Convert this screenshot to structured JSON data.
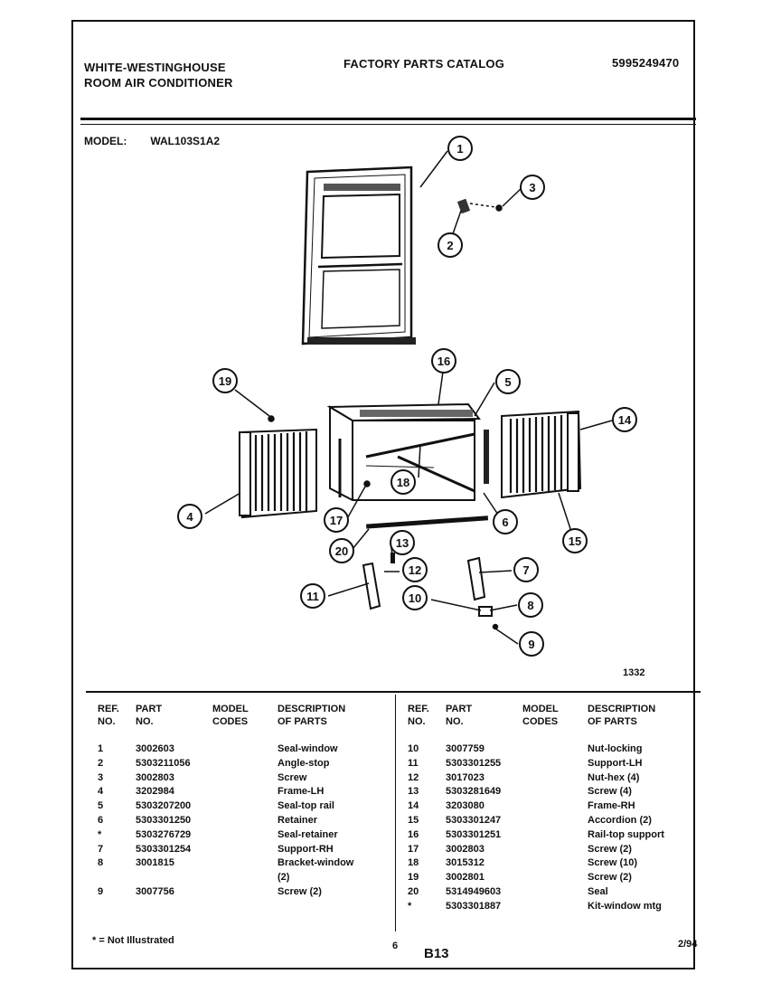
{
  "header": {
    "brand_line1": "WHITE-WESTINGHOUSE",
    "brand_line2": "ROOM AIR CONDITIONER",
    "catalog_title": "FACTORY PARTS CATALOG",
    "catalog_number": "5995249470"
  },
  "model": {
    "label": "MODEL:",
    "value": "WAL103S1A2"
  },
  "figure": {
    "number": "1332",
    "callouts": [
      "1",
      "2",
      "3",
      "4",
      "5",
      "6",
      "7",
      "8",
      "9",
      "10",
      "11",
      "12",
      "13",
      "14",
      "15",
      "16",
      "17",
      "18",
      "19",
      "20"
    ]
  },
  "table": {
    "headers": {
      "ref": [
        "REF.",
        "NO."
      ],
      "part": [
        "PART",
        "NO."
      ],
      "model": [
        "MODEL",
        "CODES"
      ],
      "desc": [
        "DESCRIPTION",
        "OF PARTS"
      ]
    },
    "left_rows": [
      {
        "ref": "1",
        "part": "3002603",
        "code": "",
        "desc": "Seal-window"
      },
      {
        "ref": "2",
        "part": "5303211056",
        "code": "",
        "desc": "Angle-stop"
      },
      {
        "ref": "3",
        "part": "3002803",
        "code": "",
        "desc": "Screw"
      },
      {
        "ref": "4",
        "part": "3202984",
        "code": "",
        "desc": "Frame-LH"
      },
      {
        "ref": "5",
        "part": "5303207200",
        "code": "",
        "desc": "Seal-top rail"
      },
      {
        "ref": "6",
        "part": "5303301250",
        "code": "",
        "desc": "Retainer"
      },
      {
        "ref": "*",
        "part": "5303276729",
        "code": "",
        "desc": "Seal-retainer"
      },
      {
        "ref": "7",
        "part": "5303301254",
        "code": "",
        "desc": "Support-RH"
      },
      {
        "ref": "8",
        "part": "3001815",
        "code": "",
        "desc": "Bracket-window"
      },
      {
        "ref": "",
        "part": "",
        "code": "",
        "desc": "(2)"
      },
      {
        "ref": "9",
        "part": "3007756",
        "code": "",
        "desc": "Screw (2)"
      }
    ],
    "right_rows": [
      {
        "ref": "10",
        "part": "3007759",
        "code": "",
        "desc": "Nut-locking"
      },
      {
        "ref": "11",
        "part": "5303301255",
        "code": "",
        "desc": "Support-LH"
      },
      {
        "ref": "12",
        "part": "3017023",
        "code": "",
        "desc": "Nut-hex (4)"
      },
      {
        "ref": "13",
        "part": "5303281649",
        "code": "",
        "desc": "Screw (4)"
      },
      {
        "ref": "14",
        "part": "3203080",
        "code": "",
        "desc": "Frame-RH"
      },
      {
        "ref": "15",
        "part": "5303301247",
        "code": "",
        "desc": "Accordion (2)"
      },
      {
        "ref": "16",
        "part": "5303301251",
        "code": "",
        "desc": "Rail-top support"
      },
      {
        "ref": "17",
        "part": "3002803",
        "code": "",
        "desc": "Screw (2)"
      },
      {
        "ref": "18",
        "part": "3015312",
        "code": "",
        "desc": "Screw (10)"
      },
      {
        "ref": "19",
        "part": "3002801",
        "code": "",
        "desc": "Screw (2)"
      },
      {
        "ref": "20",
        "part": "5314949603",
        "code": "",
        "desc": "Seal"
      },
      {
        "ref": "*",
        "part": "5303301887",
        "code": "",
        "desc": "Kit-window mtg"
      }
    ]
  },
  "footer": {
    "note": "* = Not Illustrated",
    "page_number": "6",
    "page_code": "B13",
    "date": "2/94"
  }
}
